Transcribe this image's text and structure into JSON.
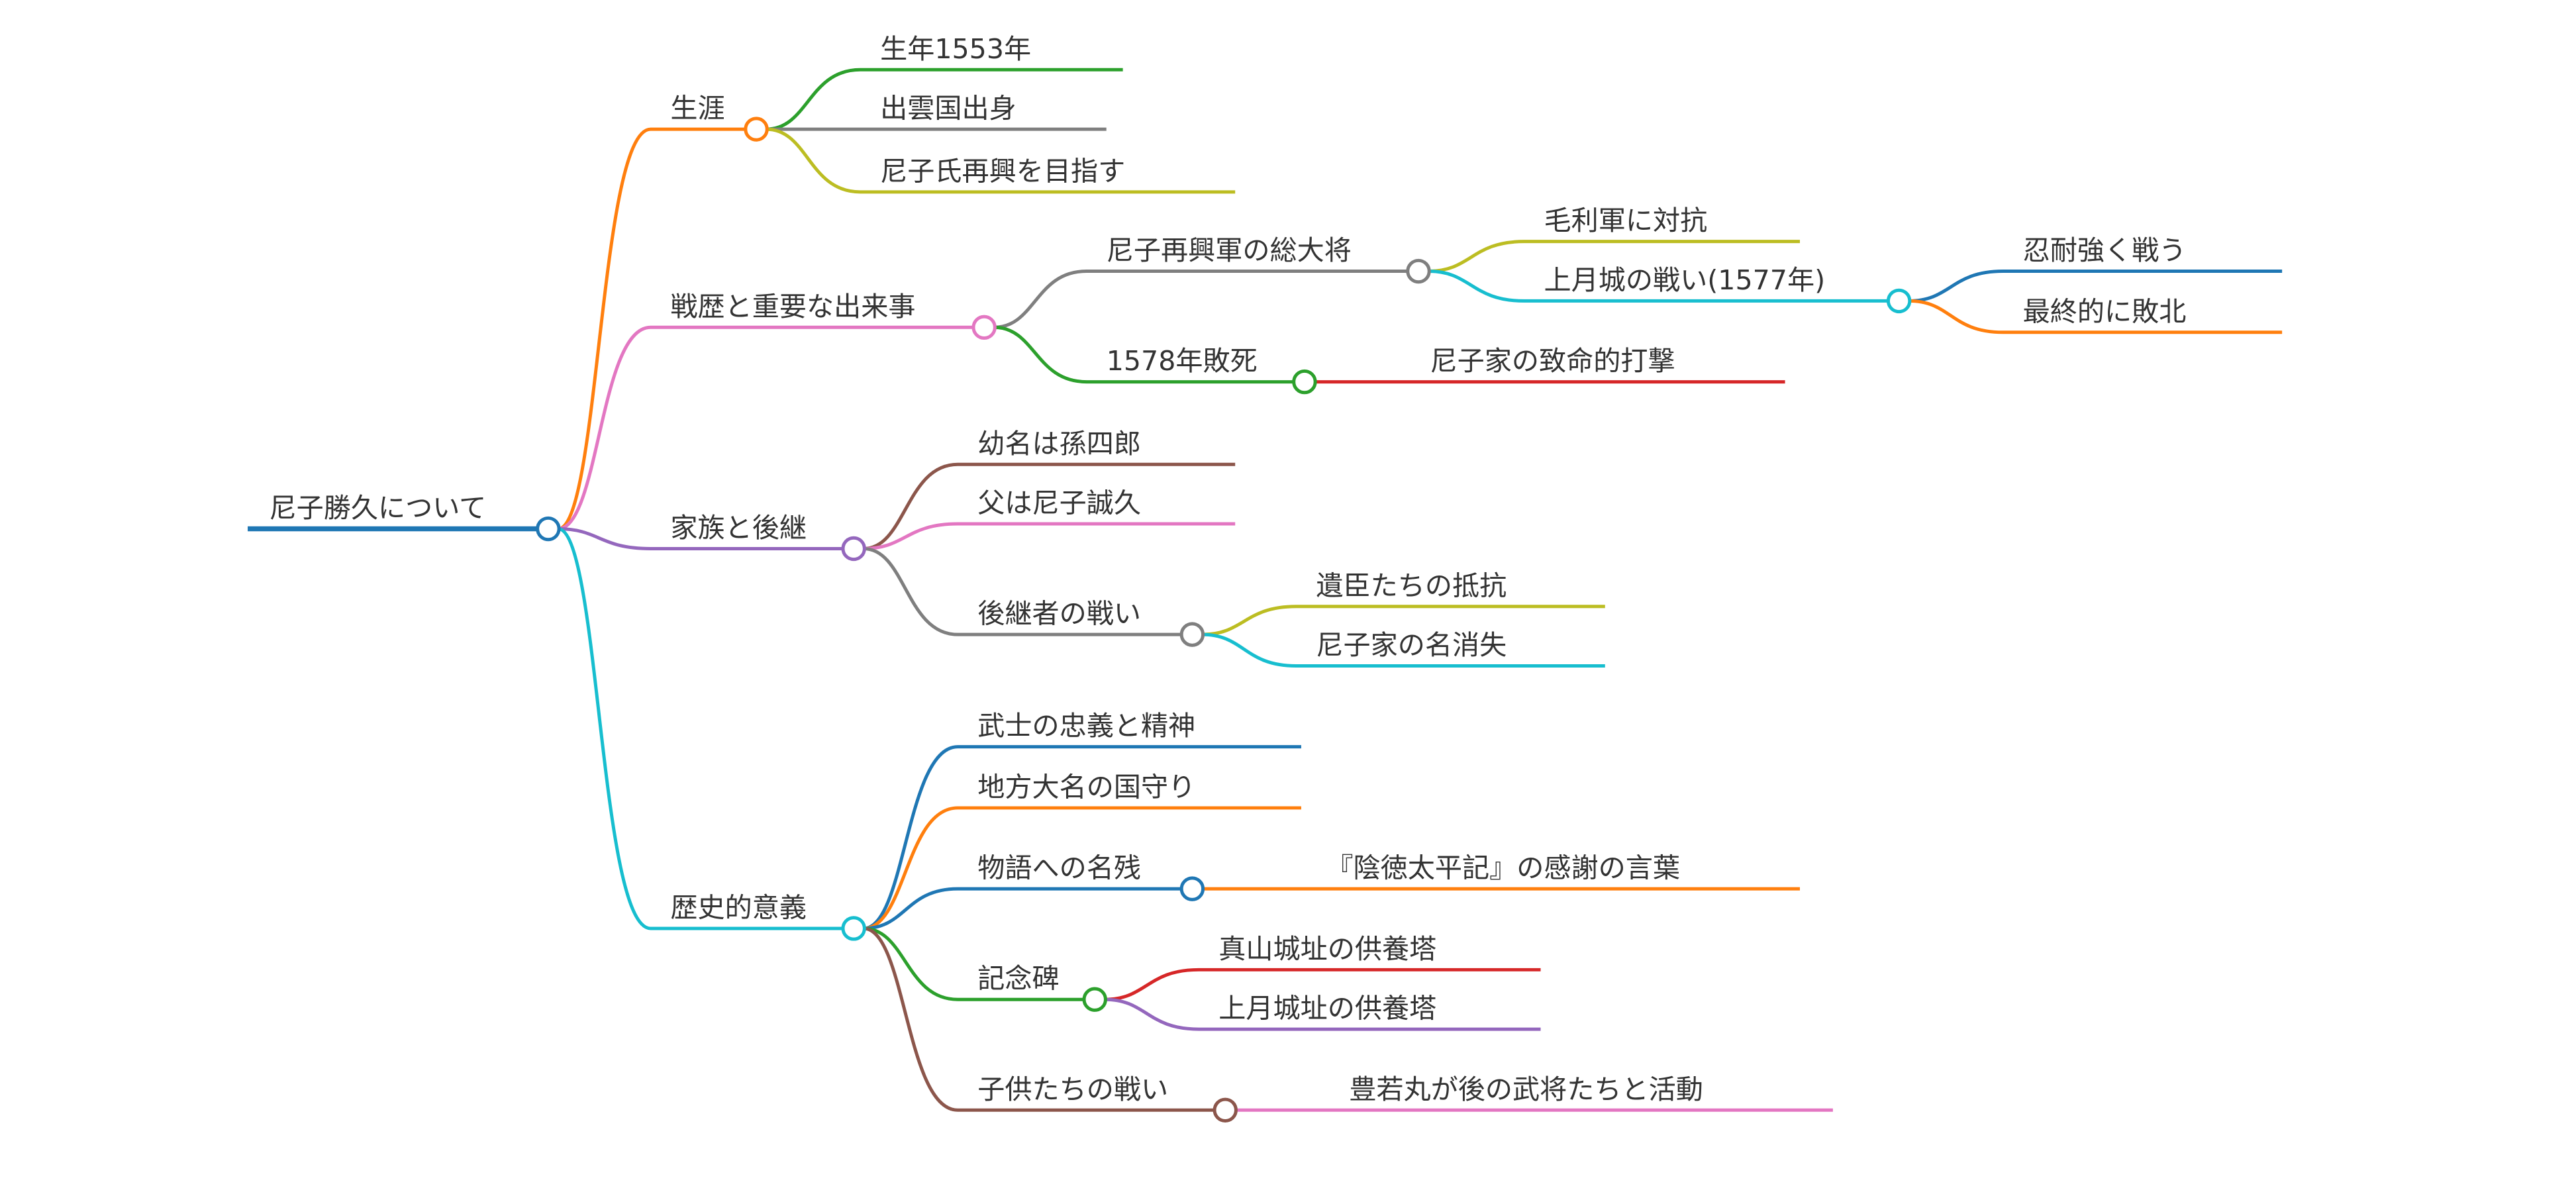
{
  "mindmap": {
    "root": {
      "id": "root",
      "label": "尼子勝久について",
      "color": "#1f77b4",
      "children": [
        {
          "id": "career",
          "label": "生涯",
          "color": "#ff7f0e",
          "children": [
            {
              "id": "born",
              "label": "生年1553年",
              "color": "#2ca02c"
            },
            {
              "id": "origin",
              "label": "出雲国出身",
              "color": "#7f7f7f"
            },
            {
              "id": "revival",
              "label": "尼子氏再興を目指す",
              "color": "#bcbd22"
            }
          ]
        },
        {
          "id": "battles",
          "label": "戦歴と重要な出来事",
          "color": "#e377c2",
          "children": [
            {
              "id": "commander",
              "label": "尼子再興軍の総大将",
              "color": "#7f7f7f",
              "children": [
                {
                  "id": "mori",
                  "label": "毛利軍に対抗",
                  "color": "#bcbd22"
                },
                {
                  "id": "kozuki",
                  "label": "上月城の戦い(1577年)",
                  "color": "#17becf",
                  "children": [
                    {
                      "id": "endure",
                      "label": "忍耐強く戦う",
                      "color": "#1f77b4"
                    },
                    {
                      "id": "defeat",
                      "label": "最終的に敗北",
                      "color": "#ff7f0e"
                    }
                  ]
                }
              ]
            },
            {
              "id": "death",
              "label": "1578年敗死",
              "color": "#2ca02c",
              "children": [
                {
                  "id": "blow",
                  "label": "尼子家の致命的打撃",
                  "color": "#d62728"
                }
              ]
            }
          ]
        },
        {
          "id": "family",
          "label": "家族と後継",
          "color": "#9467bd",
          "children": [
            {
              "id": "childname",
              "label": "幼名は孫四郎",
              "color": "#8c564b"
            },
            {
              "id": "father",
              "label": "父は尼子誠久",
              "color": "#e377c2"
            },
            {
              "id": "succession",
              "label": "後継者の戦い",
              "color": "#7f7f7f",
              "children": [
                {
                  "id": "retainers",
                  "label": "遺臣たちの抵抗",
                  "color": "#bcbd22"
                },
                {
                  "id": "vanish",
                  "label": "尼子家の名消失",
                  "color": "#17becf"
                }
              ]
            }
          ]
        },
        {
          "id": "significance",
          "label": "歴史的意義",
          "color": "#17becf",
          "children": [
            {
              "id": "loyalty",
              "label": "武士の忠義と精神",
              "color": "#1f77b4"
            },
            {
              "id": "defense",
              "label": "地方大名の国守り",
              "color": "#ff7f0e"
            },
            {
              "id": "story",
              "label": "物語への名残",
              "color": "#1f77b4",
              "children": [
                {
                  "id": "intoku",
                  "label": "『陰徳太平記』の感謝の言葉",
                  "color": "#ff7f0e"
                }
              ]
            },
            {
              "id": "monument",
              "label": "記念碑",
              "color": "#2ca02c",
              "children": [
                {
                  "id": "shinyama",
                  "label": "真山城址の供養塔",
                  "color": "#d62728"
                },
                {
                  "id": "kozukitower",
                  "label": "上月城址の供養塔",
                  "color": "#9467bd"
                }
              ]
            },
            {
              "id": "kids",
              "label": "子供たちの戦い",
              "color": "#8c564b",
              "children": [
                {
                  "id": "toyowaka",
                  "label": "豊若丸が後の武将たちと活動",
                  "color": "#e377c2"
                }
              ]
            }
          ]
        }
      ]
    }
  }
}
